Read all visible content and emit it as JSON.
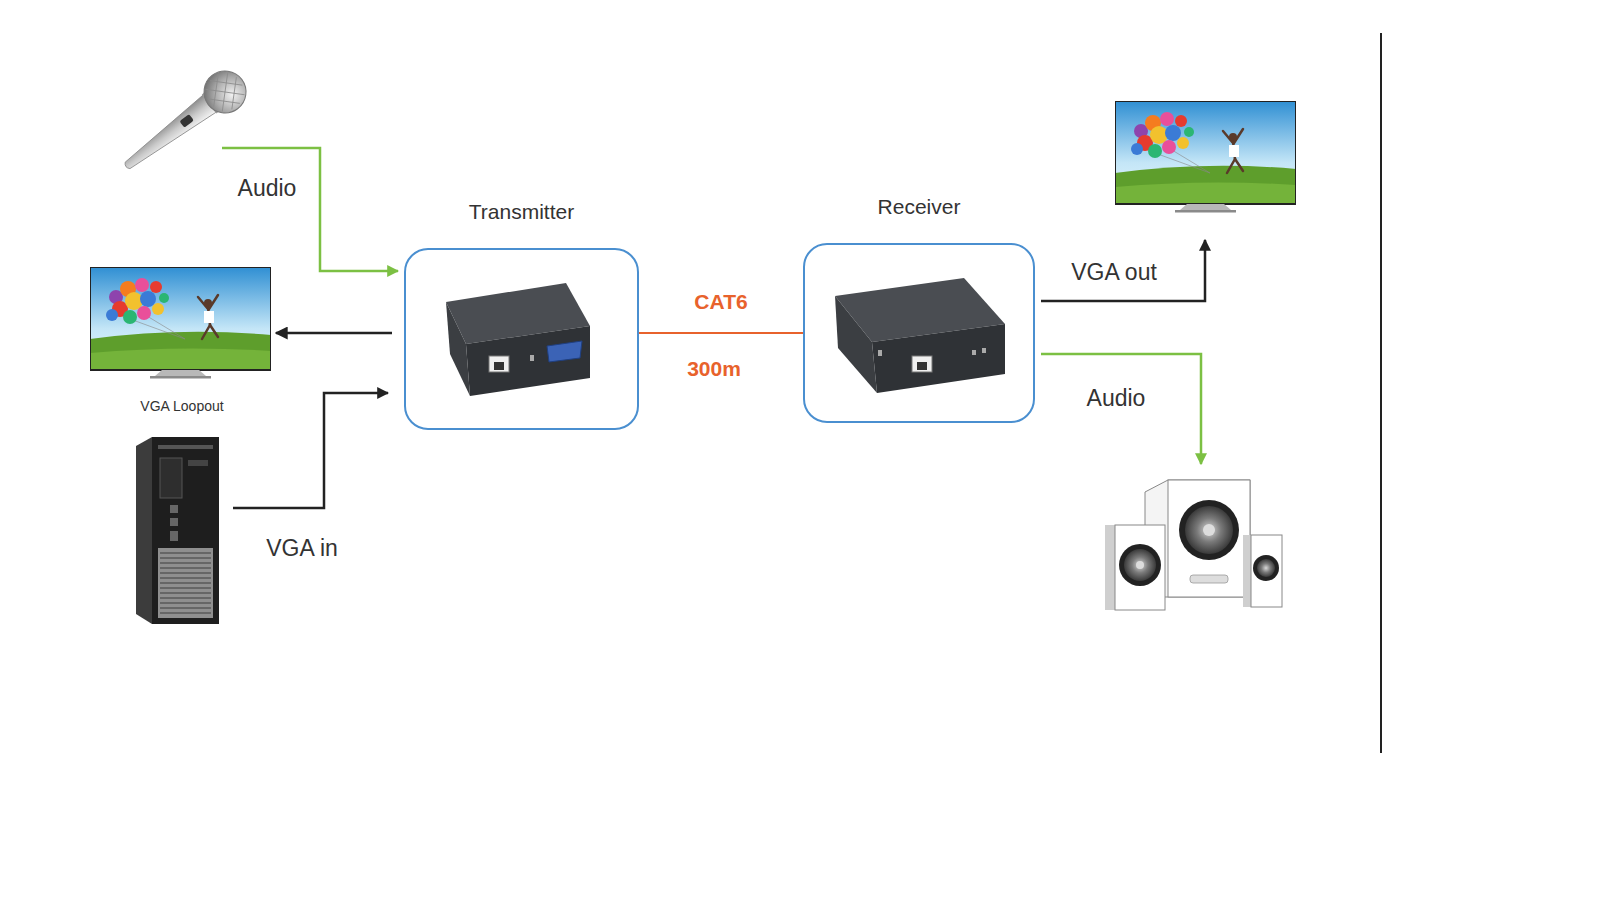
{
  "diagram": {
    "nodes": [
      {
        "text": [
          "Transmitter"
        ]
      },
      {
        "text": [
          "Receiver"
        ]
      },
      {
        "text": [
          "VGA Loopout"
        ]
      }
    ],
    "edges": [
      {
        "from": 0,
        "to": 1,
        "arrow": "none",
        "label": "CAT6"
      },
      {
        "from": 0,
        "to": 2,
        "arrow": "to"
      }
    ],
    "labels": [
      "Audio",
      "VGA in",
      "300m",
      "VGA out",
      "Audio"
    ]
  }
}
